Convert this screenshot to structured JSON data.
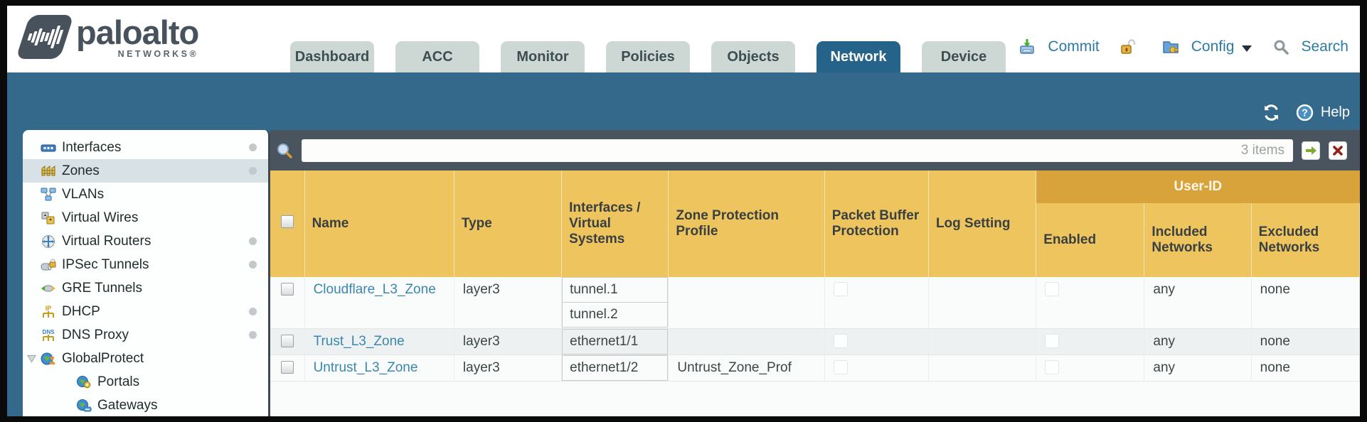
{
  "brand": {
    "name": "paloalto",
    "sub": "NETWORKS®"
  },
  "nav": {
    "tabs": [
      {
        "label": "Dashboard",
        "active": false
      },
      {
        "label": "ACC",
        "active": false
      },
      {
        "label": "Monitor",
        "active": false
      },
      {
        "label": "Policies",
        "active": false
      },
      {
        "label": "Objects",
        "active": false
      },
      {
        "label": "Network",
        "active": true
      },
      {
        "label": "Device",
        "active": false
      }
    ]
  },
  "header_actions": {
    "commit_label": "Commit",
    "config_label": "Config",
    "search_label": "Search"
  },
  "band": {
    "help_label": "Help"
  },
  "toolbar": {
    "search_value": "",
    "items_count": "3 items"
  },
  "sidebar": {
    "items": [
      {
        "label": "Interfaces",
        "icon": "interfaces-icon",
        "dot": true,
        "selected": false
      },
      {
        "label": "Zones",
        "icon": "zones-icon",
        "dot": true,
        "selected": true
      },
      {
        "label": "VLANs",
        "icon": "vlans-icon",
        "dot": false,
        "selected": false
      },
      {
        "label": "Virtual Wires",
        "icon": "virtual-wires-icon",
        "dot": false,
        "selected": false
      },
      {
        "label": "Virtual Routers",
        "icon": "virtual-routers-icon",
        "dot": true,
        "selected": false
      },
      {
        "label": "IPSec Tunnels",
        "icon": "ipsec-tunnels-icon",
        "dot": true,
        "selected": false
      },
      {
        "label": "GRE Tunnels",
        "icon": "gre-tunnels-icon",
        "dot": false,
        "selected": false
      },
      {
        "label": "DHCP",
        "icon": "dhcp-icon",
        "dot": true,
        "selected": false
      },
      {
        "label": "DNS Proxy",
        "icon": "dns-proxy-icon",
        "dot": true,
        "selected": false
      },
      {
        "label": "GlobalProtect",
        "icon": "globalprotect-icon",
        "dot": false,
        "selected": false,
        "expanded": true
      },
      {
        "label": "Portals",
        "icon": "portals-icon",
        "dot": false,
        "selected": false,
        "child": true
      },
      {
        "label": "Gateways",
        "icon": "gateways-icon",
        "dot": false,
        "selected": false,
        "child": true
      }
    ]
  },
  "table": {
    "user_id_group": "User-ID",
    "columns": [
      "",
      "Name",
      "Type",
      "Interfaces / Virtual Systems",
      "Zone Protection Profile",
      "Packet Buffer Protection",
      "Log Setting",
      "Enabled",
      "Included Networks",
      "Excluded Networks"
    ],
    "rows": [
      {
        "name": "Cloudflare_L3_Zone",
        "type": "layer3",
        "interfaces": [
          "tunnel.1",
          "tunnel.2"
        ],
        "zone_protection_profile": "",
        "packet_buffer_protection": false,
        "log_setting": "",
        "enabled": false,
        "included_networks": "any",
        "excluded_networks": "none"
      },
      {
        "name": "Trust_L3_Zone",
        "type": "layer3",
        "interfaces": [
          "ethernet1/1"
        ],
        "zone_protection_profile": "",
        "packet_buffer_protection": false,
        "log_setting": "",
        "enabled": false,
        "included_networks": "any",
        "excluded_networks": "none"
      },
      {
        "name": "Untrust_L3_Zone",
        "type": "layer3",
        "interfaces": [
          "ethernet1/2"
        ],
        "zone_protection_profile": "Untrust_Zone_Prof",
        "packet_buffer_protection": false,
        "log_setting": "",
        "enabled": false,
        "included_networks": "any",
        "excluded_networks": "none"
      }
    ]
  },
  "colors": {
    "teal_band": "#35698c",
    "active_tab": "#25638a",
    "inactive_tab": "#cdd7d4",
    "toolbar_dark": "#4a545e",
    "header_gold": "#eec45f",
    "user_id_gold": "#d9a33c",
    "link_blue": "#3a87ad",
    "action_blue": "#2b7ba6"
  }
}
